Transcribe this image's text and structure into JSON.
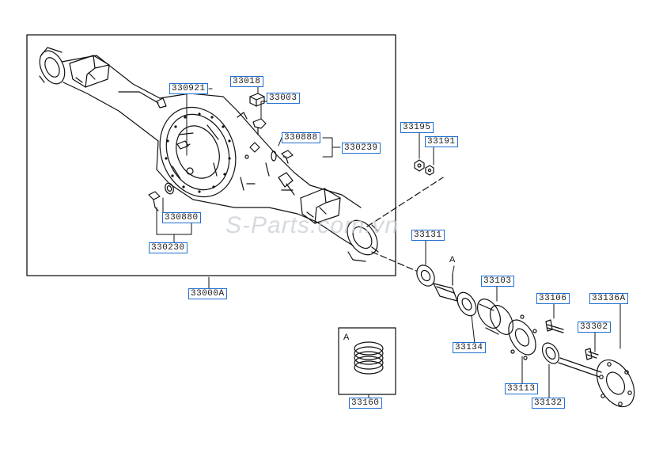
{
  "watermark": "S-Parts.com.vn",
  "inset_letters": {
    "detail_a": "A",
    "inset_a": "A"
  },
  "labels": {
    "l330921": "330921",
    "l33018": "33018",
    "l33003": "33003",
    "l330888": "330888",
    "l330239": "330239",
    "l330880": "330880",
    "l330230": "330230",
    "l33195": "33195",
    "l33191": "33191",
    "l33131": "33131",
    "l33000A": "33000A",
    "l33103": "33103",
    "l33106": "33106",
    "l33136A": "33136A",
    "l33302": "33302",
    "l33134": "33134",
    "l33113": "33113",
    "l33132": "33132",
    "l33160": "33160"
  }
}
